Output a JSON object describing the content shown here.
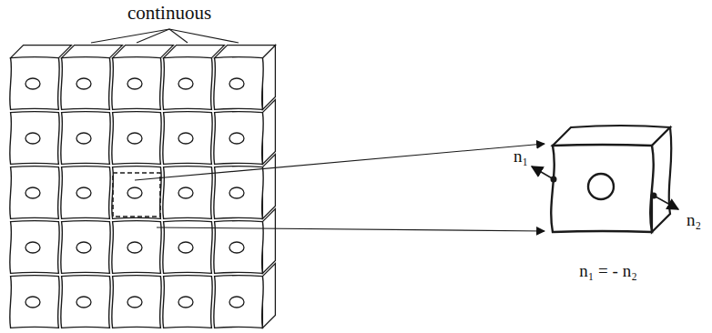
{
  "diagram": {
    "labels": [
      "continuous",
      "n₁",
      "n₂",
      "n₁ = - n₂"
    ]
  }
}
